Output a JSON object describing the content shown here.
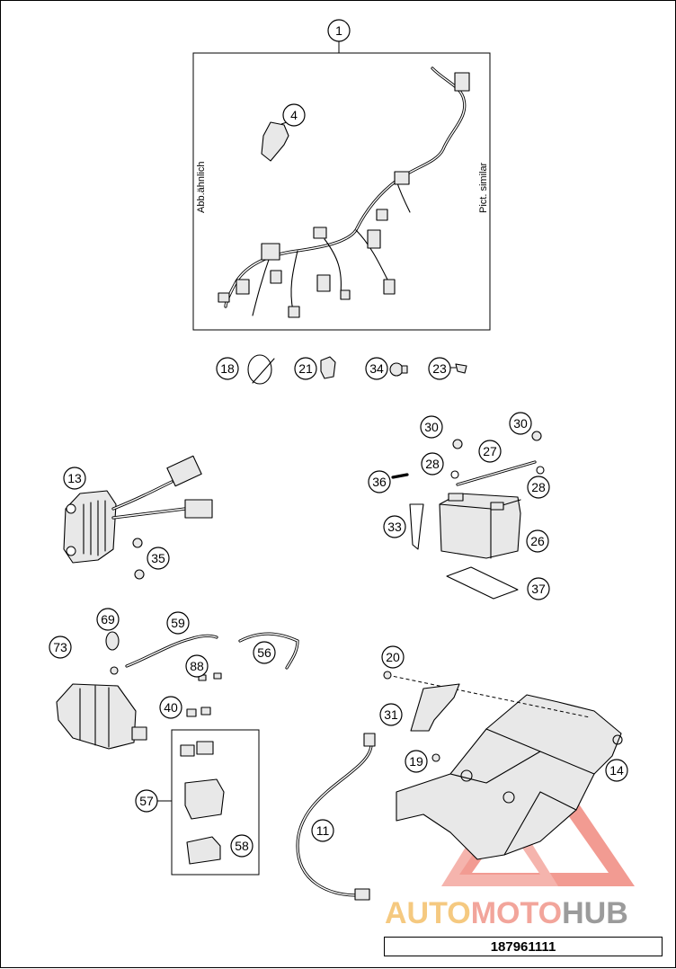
{
  "diagram": {
    "side_labels": {
      "left": "Abb.ähnlich",
      "right": "Pict. similar"
    },
    "callouts": [
      "1",
      "4",
      "18",
      "21",
      "34",
      "23",
      "13",
      "35",
      "30",
      "30",
      "27",
      "28",
      "36",
      "28",
      "33",
      "26",
      "37",
      "69",
      "59",
      "73",
      "56",
      "88",
      "40",
      "20",
      "31",
      "19",
      "14",
      "57",
      "11",
      "58"
    ],
    "part_number": "187961111",
    "watermark": {
      "word_a": "AUTO",
      "word_b": "MOTO",
      "word_c": "HUB",
      "color_a": "#f4c06b",
      "color_b": "#f0968a",
      "color_c": "#8a8a8a"
    }
  }
}
